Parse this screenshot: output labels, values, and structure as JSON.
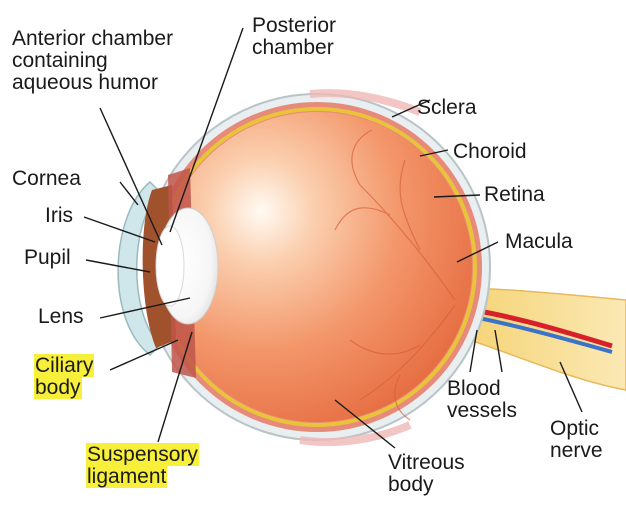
{
  "labels": {
    "anterior_chamber": [
      "Anterior chamber",
      "containing",
      "aqueous humor"
    ],
    "posterior_chamber": [
      "Posterior",
      "chamber"
    ],
    "sclera": "Sclera",
    "choroid": "Choroid",
    "retina": "Retina",
    "macula": "Macula",
    "cornea": "Cornea",
    "iris": "Iris",
    "pupil": "Pupil",
    "lens": "Lens",
    "ciliary_body": [
      "Ciliary",
      "body"
    ],
    "suspensory_ligament": [
      "Suspensory",
      "ligament"
    ],
    "blood_vessels": [
      "Blood",
      "vessels"
    ],
    "optic_nerve": [
      "Optic",
      "nerve"
    ],
    "vitreous_body": [
      "Vitreous",
      "body"
    ]
  },
  "colors": {
    "highlight": "#f7ef3a",
    "eyeball": "#f08a5d",
    "retina_line": "#e9c43a",
    "optic_nerve": "#f6d98a",
    "lens": "#ffffff",
    "iris": "#a0522d",
    "cornea": "#cfe6ea",
    "vessel_red": "#d8202a",
    "vessel_blue": "#3a73c7"
  }
}
